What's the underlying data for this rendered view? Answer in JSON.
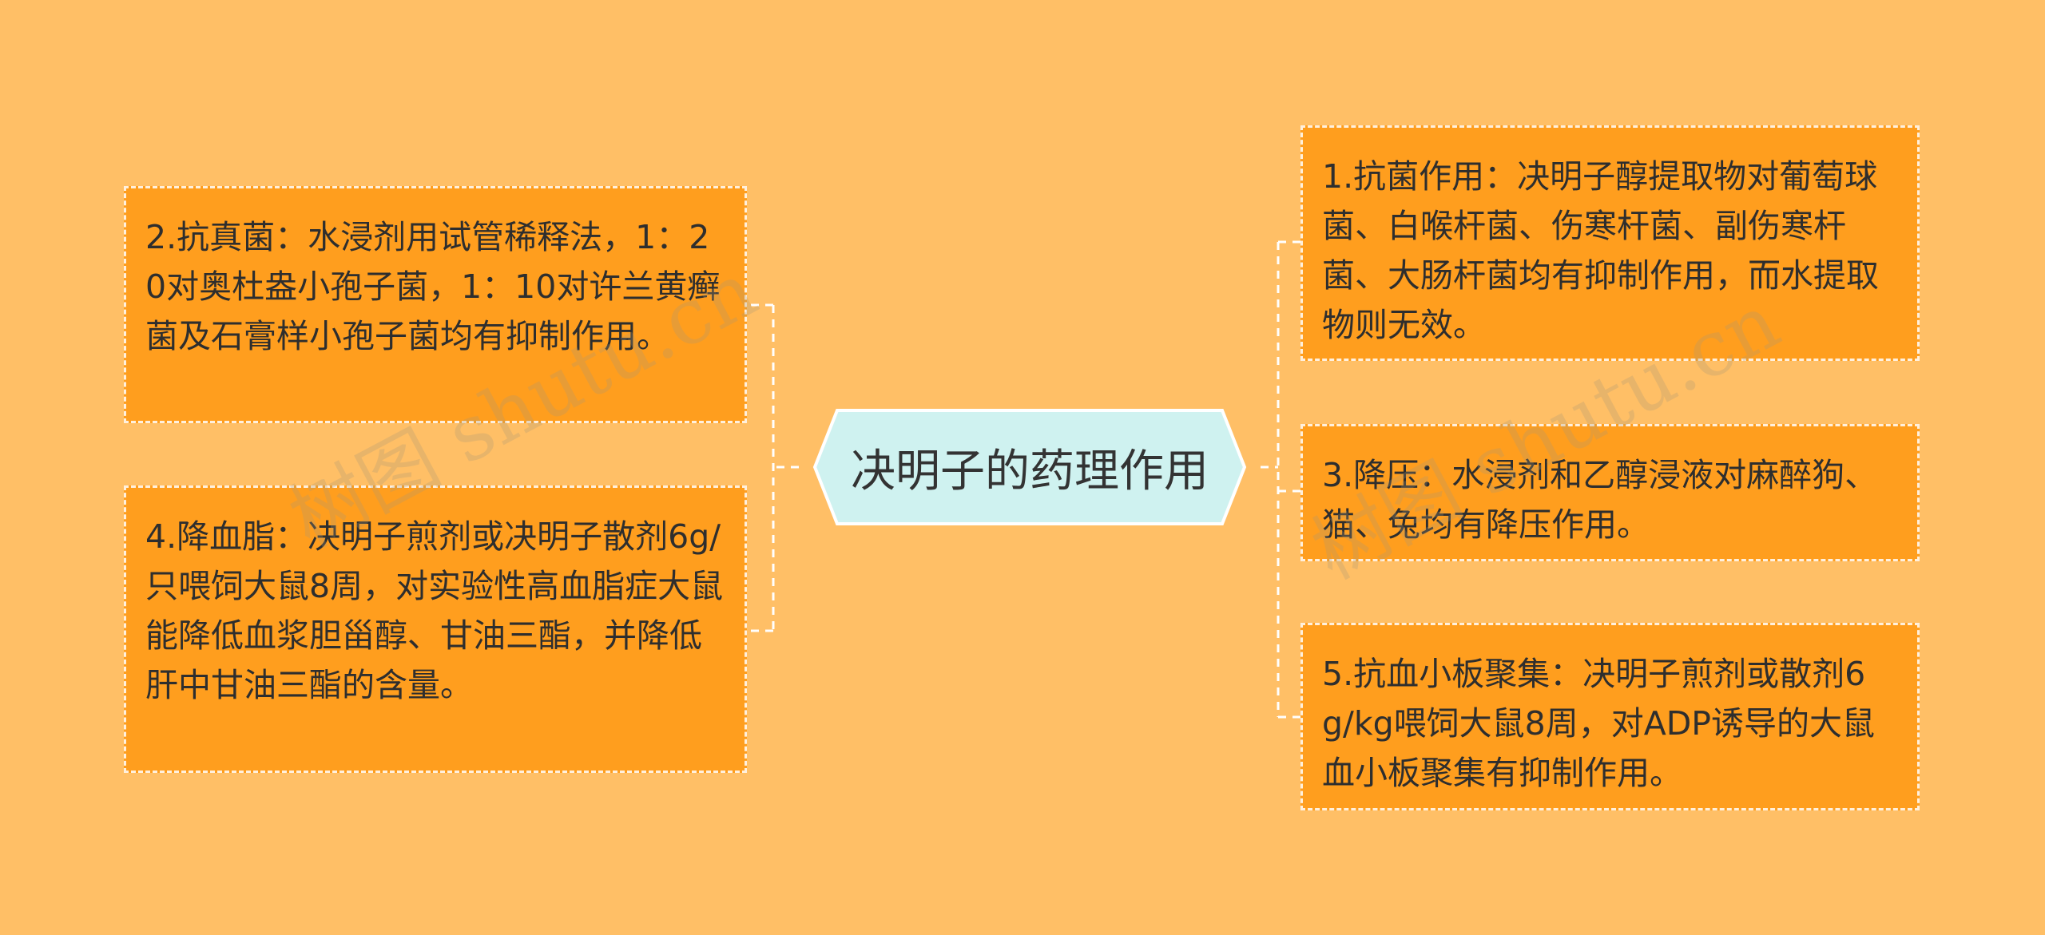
{
  "center": {
    "title": "决明子的药理作用"
  },
  "left_nodes": [
    {
      "text": "2.抗真菌：水浸剂用试管稀释法，1：20对奥杜盎小孢子菌，1：10对许兰黄癣菌及石膏样小孢子菌均有抑制作用。"
    },
    {
      "text": "4.降血脂：决明子煎剂或决明子散剂6g/只喂饲大鼠8周，对实验性高血脂症大鼠能降低血浆胆甾醇、甘油三酯，并降低肝中甘油三酯的含量。"
    }
  ],
  "right_nodes": [
    {
      "text": "1.抗菌作用：决明子醇提取物对葡萄球菌、白喉杆菌、伤寒杆菌、副伤寒杆菌、大肠杆菌均有抑制作用，而水提取物则无效。"
    },
    {
      "text": "3.降压：水浸剂和乙醇浸液对麻醉狗、猫、兔均有降压作用。"
    },
    {
      "text": "5.抗血小板聚集：决明子煎剂或散剂6g/kg喂饲大鼠8周，对ADP诱导的大鼠血小板聚集有抑制作用。"
    }
  ],
  "watermarks": [
    "树图 shutu.cn",
    "树图 shutu.cn"
  ],
  "colors": {
    "background": "#FFBF66",
    "node_fill": "#FF9E1E",
    "center_fill": "#CFF2F0",
    "connector": "#FFFFFF"
  }
}
